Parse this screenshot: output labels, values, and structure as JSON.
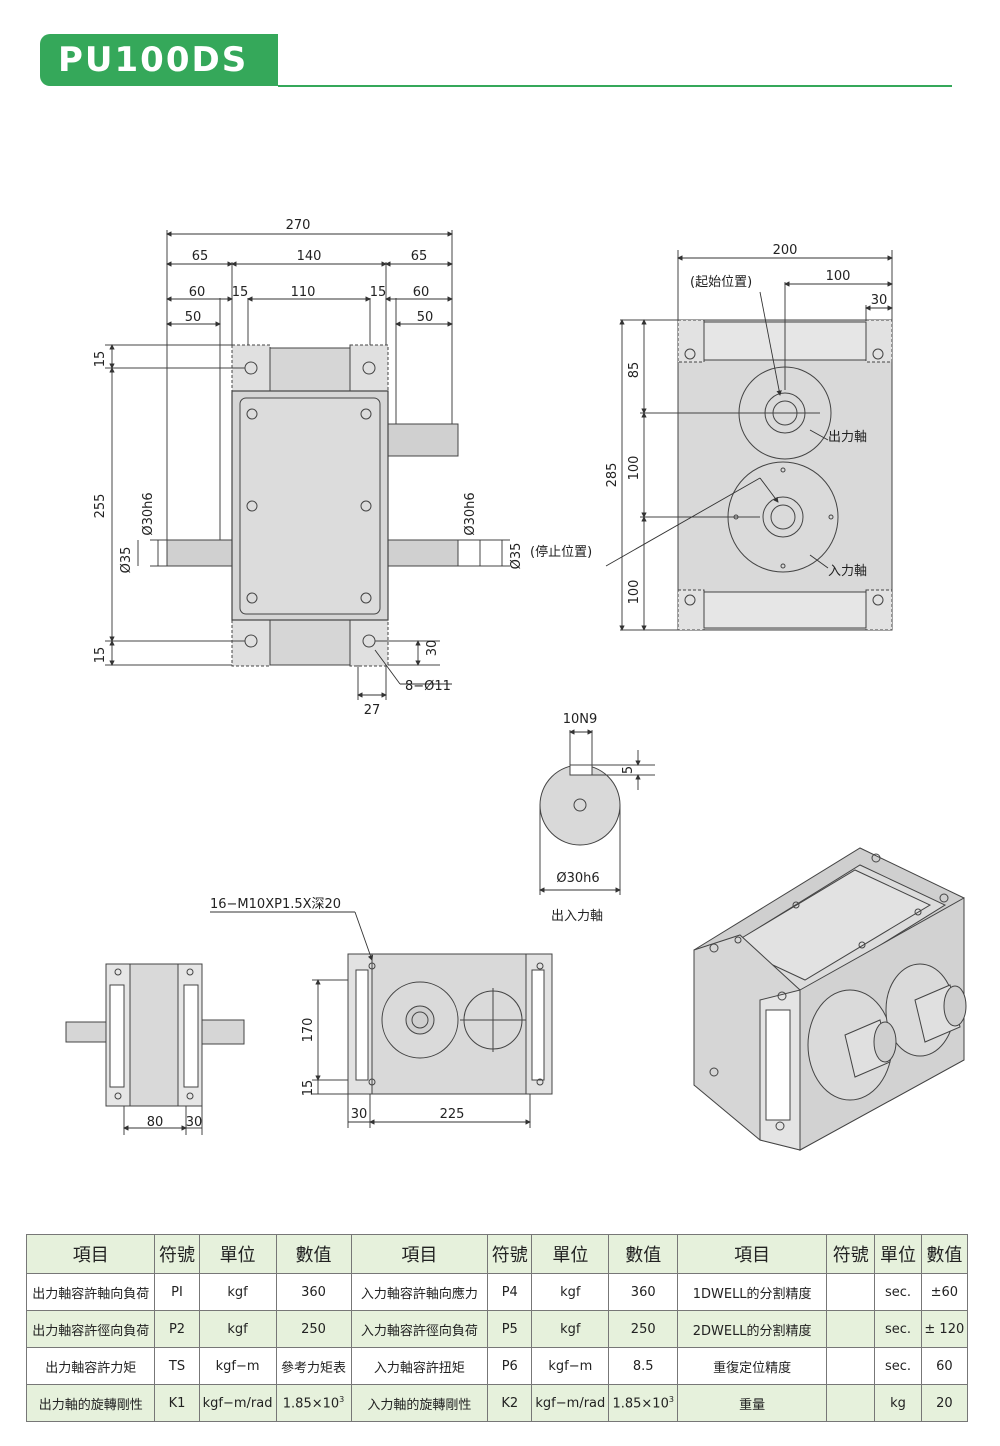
{
  "title": "PU100DS",
  "front_view": {
    "dims_top": [
      "270",
      "65",
      "140",
      "65",
      "60",
      "15",
      "110",
      "15",
      "60",
      "50",
      "50"
    ],
    "dims_left": [
      "15",
      "255",
      "15",
      "Ø30h6",
      "Ø35"
    ],
    "dims_right": [
      "Ø30h6",
      "Ø35",
      "(停止位置)",
      "30"
    ],
    "dims_bottom": [
      "8−Ø11",
      "27"
    ]
  },
  "side_view": {
    "width": "200",
    "half": "100",
    "offset": "30",
    "start_label": "(起始位置)",
    "heights": [
      "285",
      "85",
      "100",
      "100"
    ],
    "output_label": "出力軸",
    "input_label": "入力軸"
  },
  "shaft_detail": {
    "key": "10N9",
    "key_depth": "5",
    "diameter": "Ø30h6",
    "caption": "出入力軸"
  },
  "bottom_view": {
    "dims": [
      "80",
      "30"
    ]
  },
  "rear_view": {
    "tap": "16−M10XP1.5X深20",
    "height": "170",
    "base": "15",
    "left": "30",
    "width": "225"
  },
  "table": {
    "headers": [
      "項目",
      "符號",
      "單位",
      "數值",
      "項目",
      "符號",
      "單位",
      "數值",
      "項目",
      "符號",
      "單位",
      "數值"
    ],
    "rows": [
      [
        "出力軸容許軸向負荷",
        "PI",
        "kgf",
        "360",
        "入力軸容許軸向應力",
        "P4",
        "kgf",
        "360",
        "1DWELL的分割精度",
        "",
        "sec.",
        "±60"
      ],
      [
        "出力軸容許徑向負荷",
        "P2",
        "kgf",
        "250",
        "入力軸容許徑向負荷",
        "P5",
        "kgf",
        "250",
        "2DWELL的分割精度",
        "",
        "sec.",
        "± 120"
      ],
      [
        "出力軸容許力矩",
        "TS",
        "kgf−m",
        "參考力矩表",
        "入力軸容許扭矩",
        "P6",
        "kgf−m",
        "8.5",
        "重復定位精度",
        "",
        "sec.",
        "60"
      ],
      [
        "出力軸的旋轉剛性",
        "K1",
        "kgf−m/rad",
        "1.85×10",
        "入力軸的旋轉剛性",
        "K2",
        "kgf−m/rad",
        "1.85×10",
        "重量",
        "",
        "kg",
        "20"
      ]
    ],
    "exponent": "3"
  },
  "colors": {
    "accent": "#35a85a",
    "body_fill": "#d9d9d9",
    "table_shade": "#e6f1dc"
  }
}
